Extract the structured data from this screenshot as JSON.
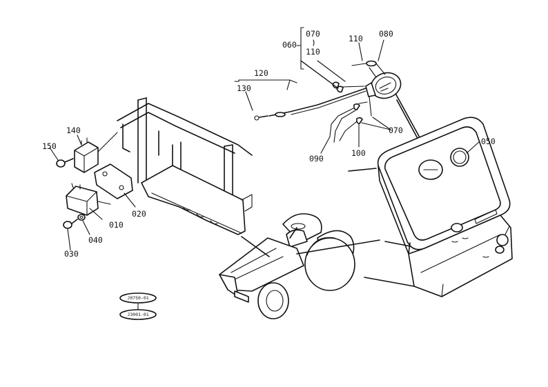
{
  "labels": {
    "p010": "010",
    "p020": "020",
    "p030": "030",
    "p040": "040",
    "p050": "050",
    "p060": "060",
    "p070a": "070",
    "p070b": "070",
    "p080": "080",
    "p090": "090",
    "p100": "100",
    "p110a": "110",
    "p110b": "110",
    "p120": "120",
    "p130": "130",
    "p140": "140",
    "p150": "150"
  },
  "serials": {
    "top": "J0750-01",
    "bottom": "J3001-01"
  }
}
